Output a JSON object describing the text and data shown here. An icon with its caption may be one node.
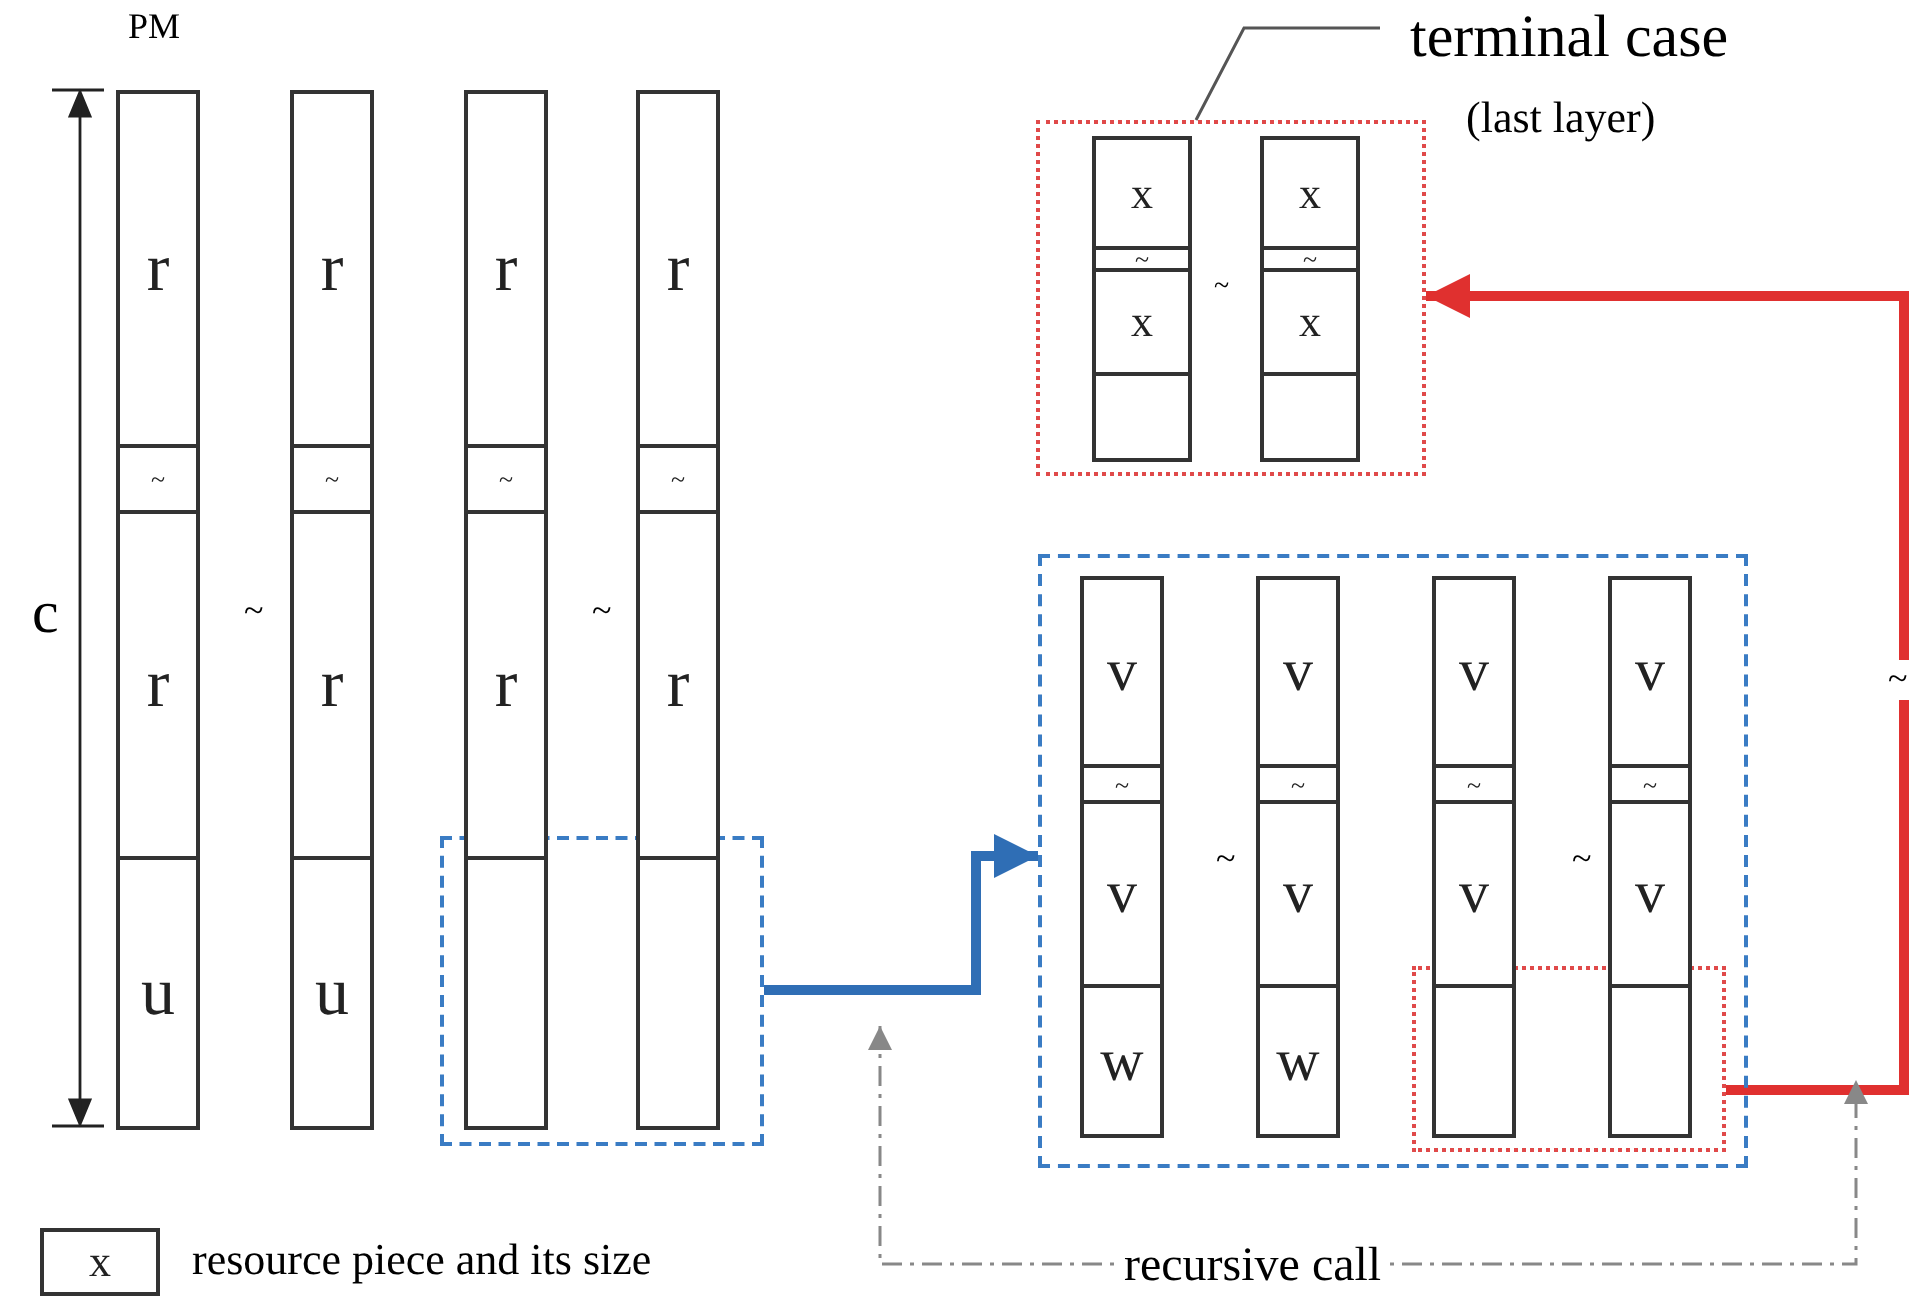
{
  "diagram": {
    "nodes": [
      {
        "text": [],
        "shape": "box"
      },
      {
        "text": [
          "r"
        ]
      },
      {
        "text": [
          "~"
        ]
      },
      {
        "text": [
          "r"
        ]
      },
      {
        "text": [
          "u"
        ]
      },
      {
        "text": [
          "r"
        ]
      },
      {
        "text": [
          "~"
        ]
      },
      {
        "text": [
          "r"
        ]
      },
      {
        "text": [
          "u"
        ]
      },
      {
        "text": [
          "r"
        ]
      },
      {
        "text": [
          "~"
        ]
      },
      {
        "text": [
          "r"
        ]
      },
      {
        "text": [],
        "shape": "box",
        "in": 0
      },
      {
        "text": [
          "r"
        ]
      },
      {
        "text": [
          "~"
        ]
      },
      {
        "text": [
          "r"
        ]
      },
      {
        "text": [],
        "shape": "box",
        "in": 0
      },
      {
        "text": [],
        "shape": "box"
      },
      {
        "text": [
          "v"
        ],
        "in": 17
      },
      {
        "text": [
          "~"
        ],
        "in": 17
      },
      {
        "text": [
          "v"
        ],
        "in": 17
      },
      {
        "text": [
          "w"
        ],
        "in": 17
      },
      {
        "text": [
          "v"
        ],
        "in": 17
      },
      {
        "text": [
          "~"
        ],
        "in": 17
      },
      {
        "text": [
          "v"
        ],
        "in": 17
      },
      {
        "text": [
          "w"
        ],
        "in": 17
      },
      {
        "text": [],
        "shape": "box",
        "in": 17
      },
      {
        "text": [
          "v"
        ],
        "in": 17
      },
      {
        "text": [
          "~"
        ],
        "in": 17
      },
      {
        "text": [
          "v"
        ],
        "in": 17
      },
      {
        "text": [],
        "shape": "box",
        "in": 26
      },
      {
        "text": [
          "v"
        ],
        "in": 17
      },
      {
        "text": [
          "~"
        ],
        "in": 17
      },
      {
        "text": [
          "v"
        ],
        "in": 17
      },
      {
        "text": [],
        "shape": "box",
        "in": 26
      },
      {
        "text": [],
        "shape": "box"
      },
      {
        "text": [
          "x"
        ],
        "in": 35
      },
      {
        "text": [
          "~"
        ],
        "in": 35
      },
      {
        "text": [
          "x"
        ],
        "in": 35
      },
      {
        "text": [],
        "shape": "box",
        "in": 35
      },
      {
        "text": [
          "x"
        ],
        "in": 35
      },
      {
        "text": [
          "~"
        ],
        "in": 35
      },
      {
        "text": [
          "x"
        ],
        "in": 35
      },
      {
        "text": [],
        "shape": "box",
        "in": 35
      },
      {
        "text": [
          "terminal case",
          "(last layer)"
        ]
      },
      {
        "text": [
          "x"
        ],
        "beside": [
          "resource piece and its size"
        ]
      }
    ],
    "edges": [
      {
        "from": 0,
        "to": 17,
        "arrow": "to",
        "color": "#2f6eb5"
      },
      {
        "from": 26,
        "to": 35,
        "arrow": "to",
        "color": "#e0302f"
      },
      {
        "from": 44,
        "to": 35,
        "arrow": "none",
        "color": "#555555"
      }
    ],
    "labels": [
      "PM",
      "~",
      "c",
      "~",
      "~",
      "~",
      "~",
      "~",
      "recursive call"
    ]
  }
}
